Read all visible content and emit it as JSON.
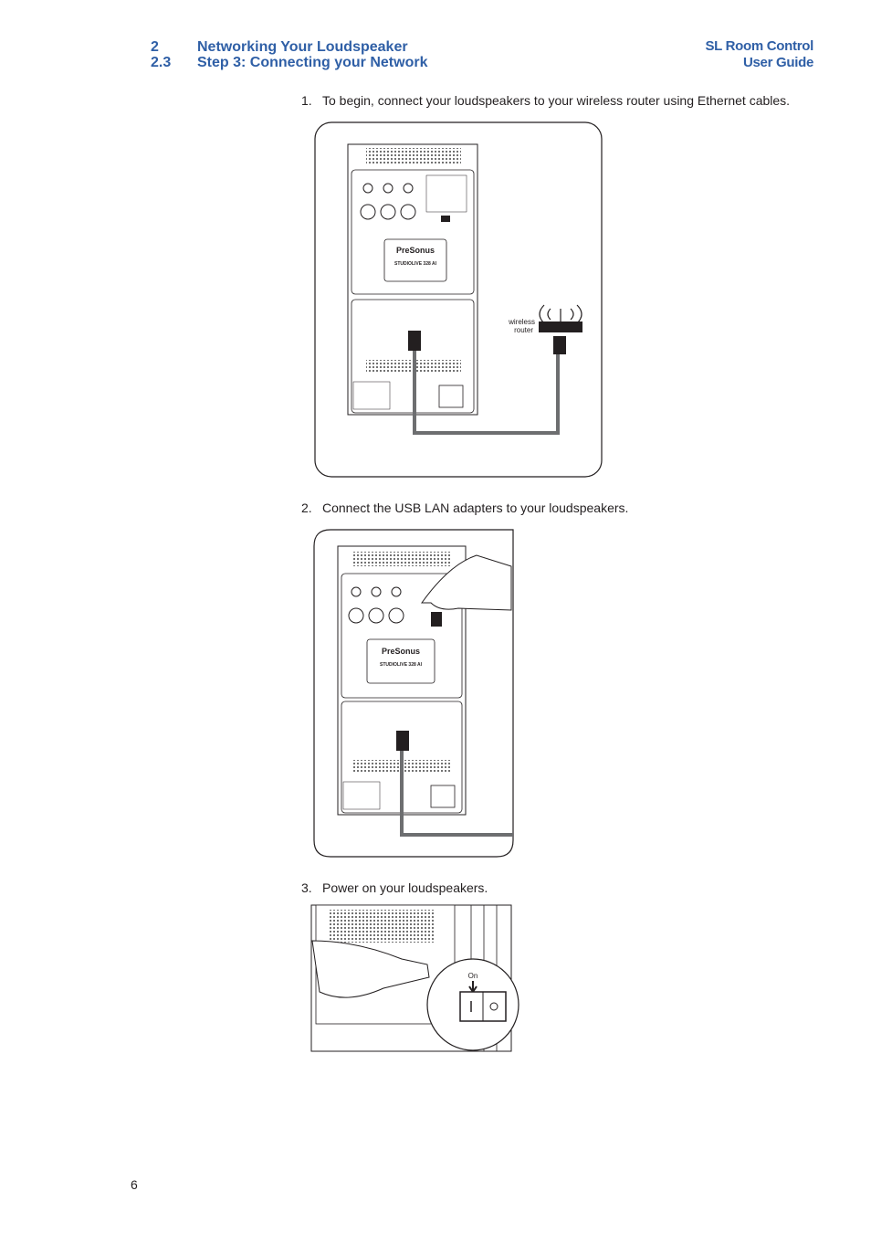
{
  "header": {
    "chapter_num": "2",
    "chapter_title": "Networking Your Loudspeaker",
    "section_num": "2.3",
    "section_title": "Step 3: Connecting your Network",
    "product": "SL Room Control",
    "doc": "User Guide"
  },
  "steps": [
    {
      "num": "1.",
      "text": "To begin, connect your loudspeakers to your wireless router using Ethernet cables."
    },
    {
      "num": "2.",
      "text": "Connect the USB LAN adapters to your loudspeakers."
    },
    {
      "num": "3.",
      "text": "Power on your loudspeakers."
    }
  ],
  "figure1": {
    "router_label_1": "wireless",
    "router_label_2": "router",
    "brand": "PreSonus",
    "model": "STUDIOLIVE 328 AI"
  },
  "figure2": {
    "brand": "PreSonus",
    "model": "STUDIOLIVE 328 AI"
  },
  "figure3": {
    "switch_label": "On"
  },
  "page_number": "6"
}
